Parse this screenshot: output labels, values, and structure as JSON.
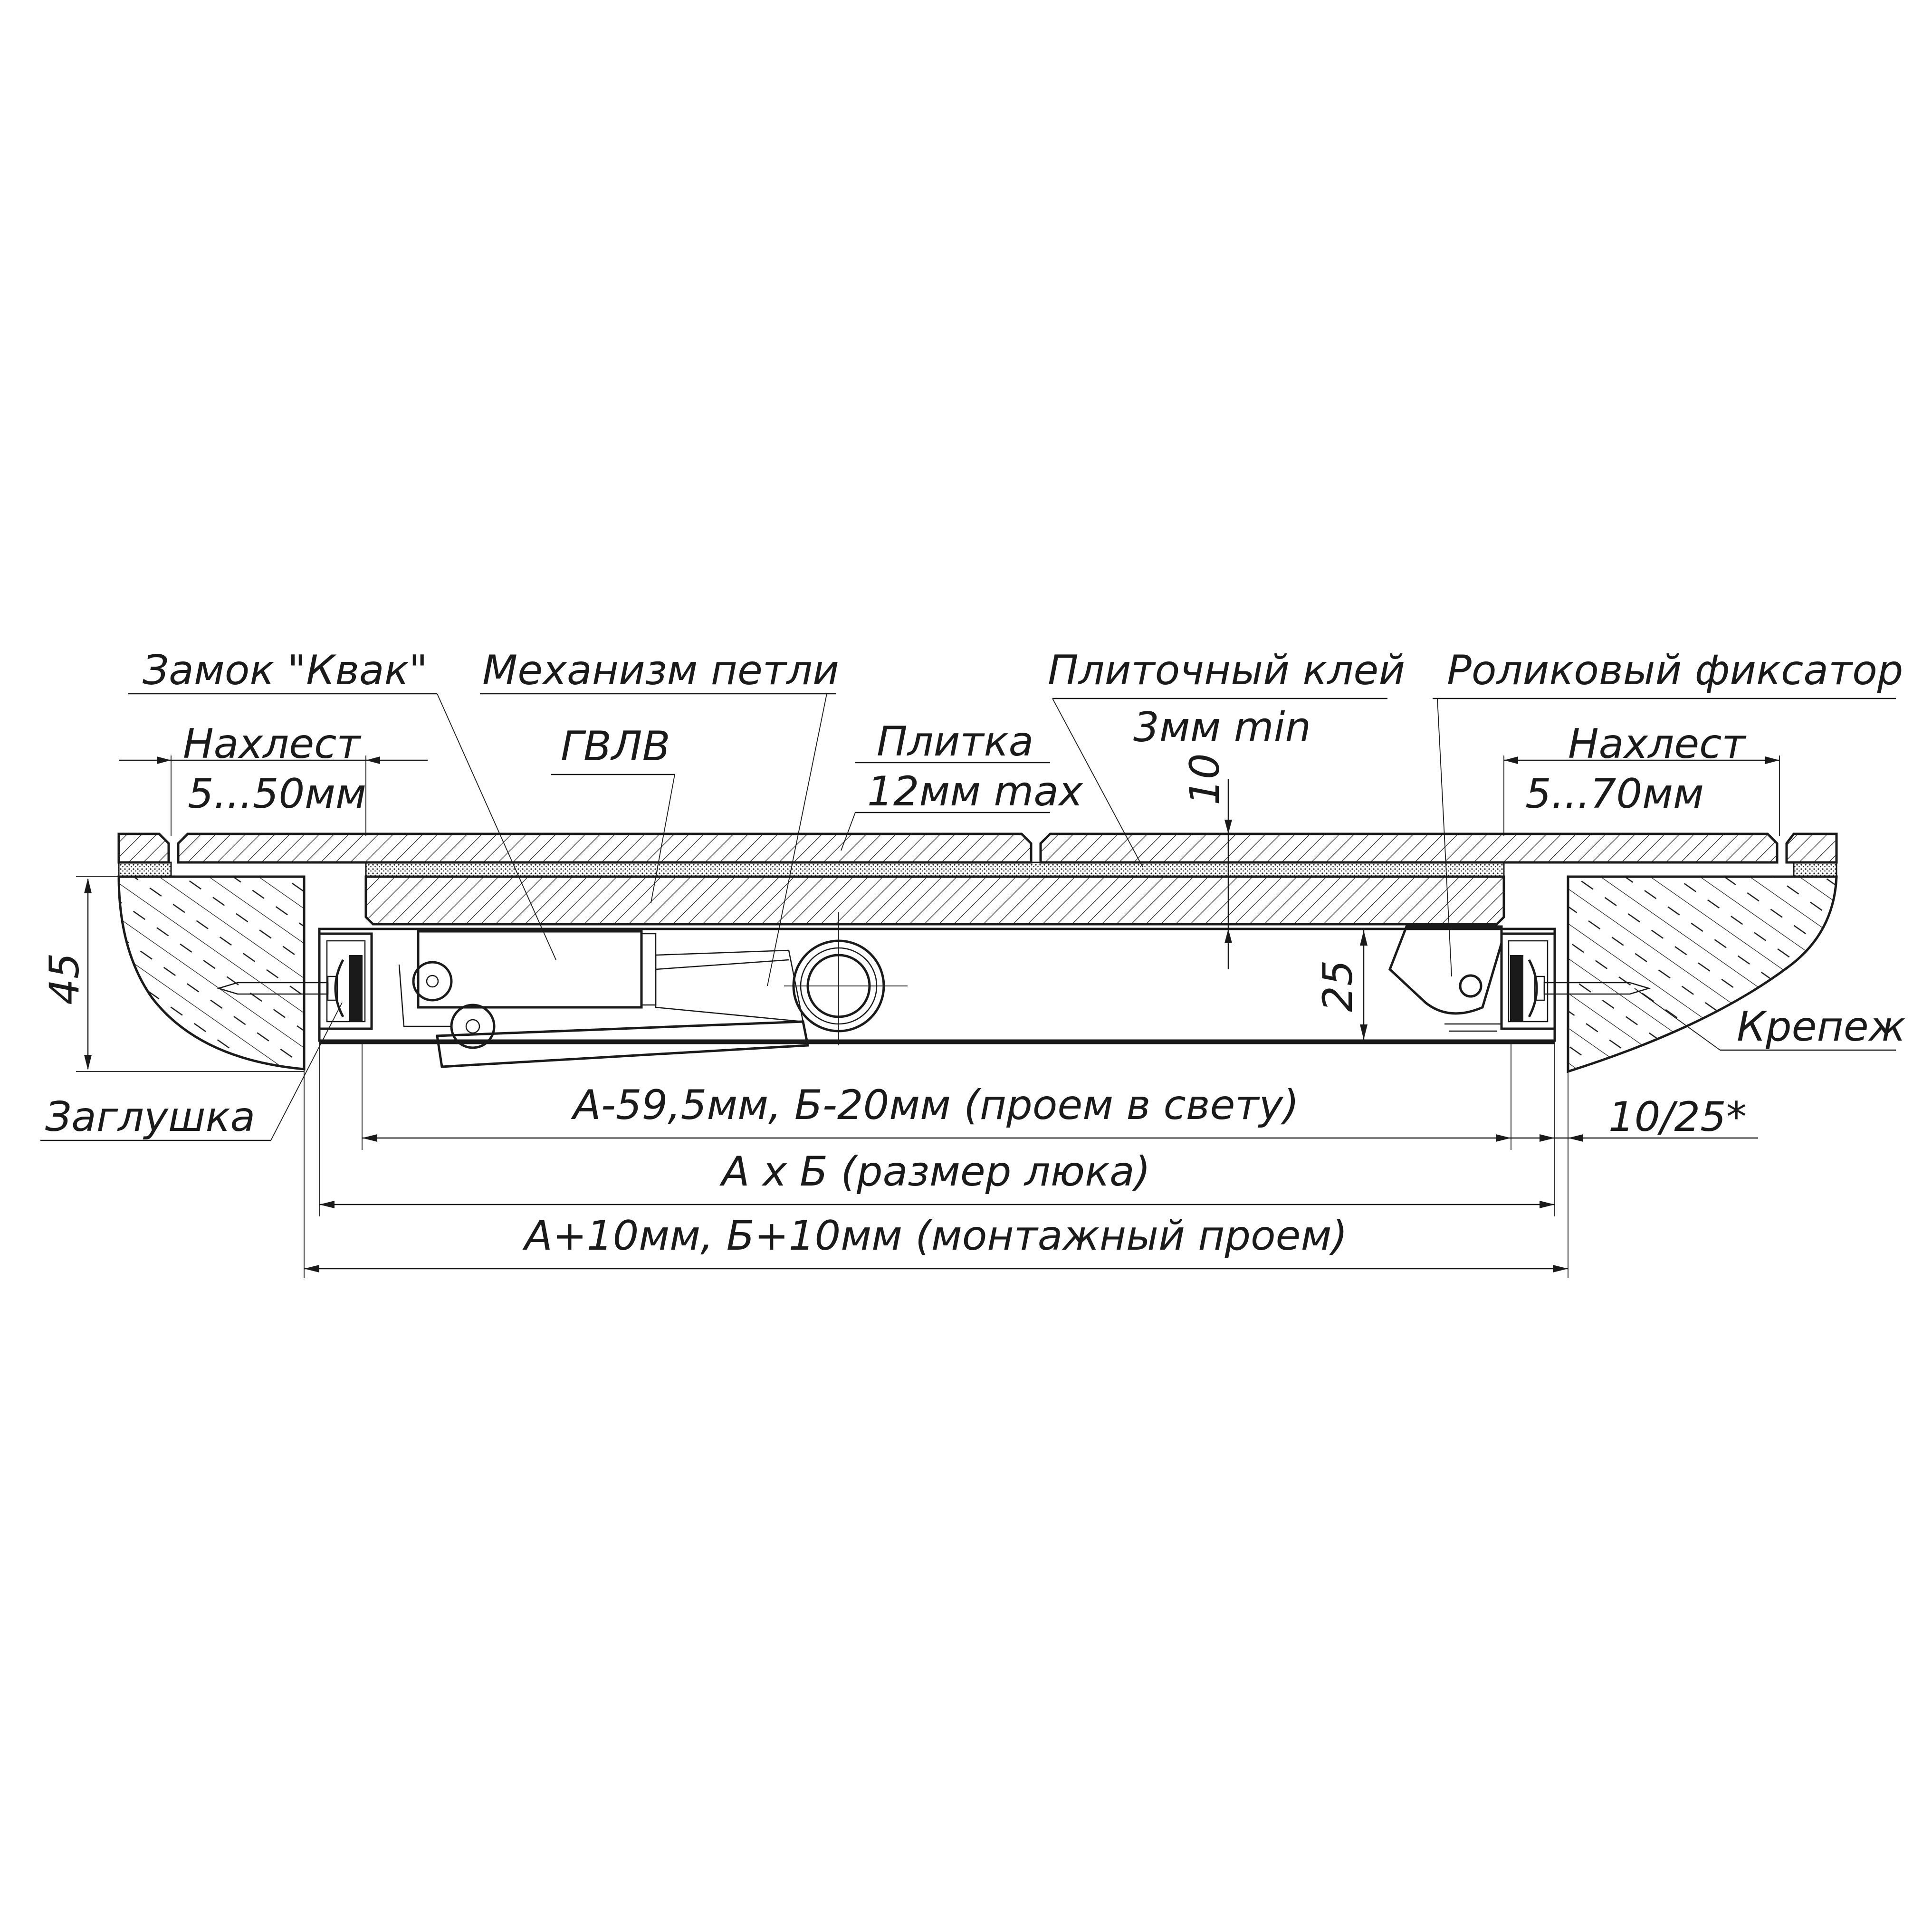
{
  "labels": {
    "lock": "Замок \"Квак\"",
    "hinge": "Механизм петли",
    "tile_adhesive": "Плиточный клей",
    "tile_adhesive_thickness": "3мм min",
    "roller_latch": "Роликовый фиксатор",
    "overlap_left_title": "Нахлест",
    "overlap_left_value": "5...50мм",
    "gvl": "ГВЛВ",
    "tile": "Плитка",
    "tile_thickness": "12мм max",
    "overlap_right_title": "Нахлест",
    "overlap_right_value": "5...70мм",
    "fastener": "Крепеж",
    "plug": "Заглушка"
  },
  "dimensions": {
    "depth_total": "45",
    "depth_frame": "25",
    "gap_top": "10",
    "clear_opening": "А-59,5мм, Б-20мм (проем в свету)",
    "hatch_size": "А х Б (размер люка)",
    "mounting_opening": "А+10мм, Б+10мм (монтажный проем)",
    "side_gap": "10/25*"
  }
}
